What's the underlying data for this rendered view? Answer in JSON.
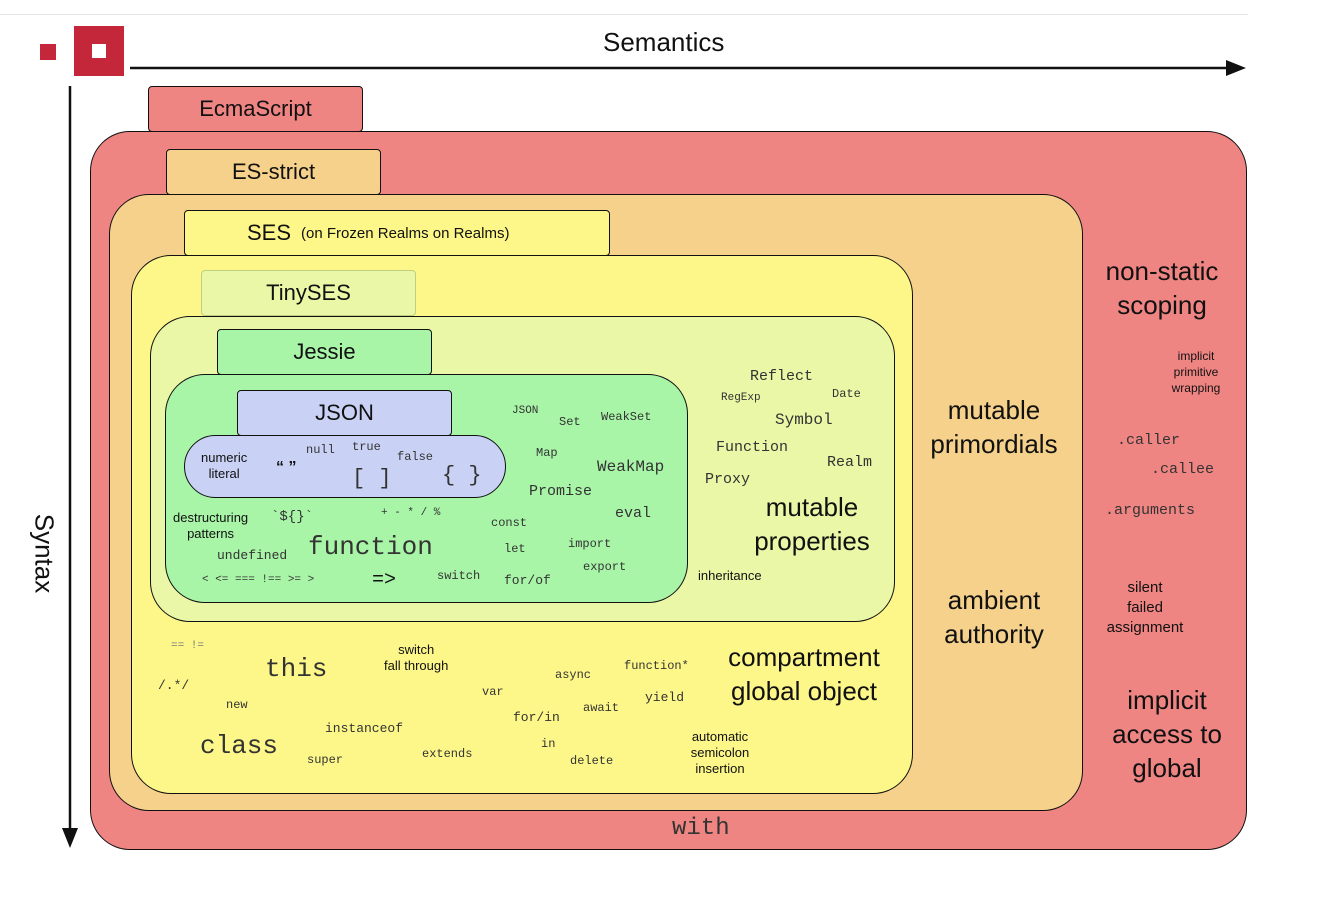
{
  "colors": {
    "ecmascript": "#ef8583",
    "es_strict": "#f5d18b",
    "ses": "#fdf78a",
    "tinyses": "#e9f7a6",
    "jessie": "#a8f5a8",
    "json": "#c9d2f5",
    "logo": "#c4273a"
  },
  "icons": {
    "logo": "square-logo-icon"
  },
  "axes": {
    "semantics": "Semantics",
    "syntax": "Syntax"
  },
  "tabs": {
    "ecmascript": "EcmaScript",
    "es_strict": "ES-strict",
    "ses": "SES",
    "ses_note": "(on Frozen Realms on Realms)",
    "tinyses": "TinySES",
    "jessie": "Jessie",
    "json": "JSON"
  },
  "json_inner": {
    "numeric_literal": "numeric\nliteral",
    "quotes": "“ ”",
    "null": "null",
    "true": "true",
    "false": "false",
    "brackets": "[ ]",
    "braces": "{ }"
  },
  "jessie_items": {
    "json_word": "JSON",
    "set": "Set",
    "weakset": "WeakSet",
    "map": "Map",
    "weakmap": "WeakMap",
    "promise": "Promise",
    "eval": "eval",
    "destructuring": "destructuring\npatterns",
    "template": "`${}`",
    "arith": "+ - * / %",
    "const": "const",
    "import": "import",
    "undefined": "undefined",
    "function": "function",
    "let": "let",
    "export": "export",
    "compare": "< <= === !== >= >",
    "arrow": "=>",
    "switch": "switch",
    "forof": "for/of"
  },
  "tinyses_items": {
    "reflect": "Reflect",
    "regexp": "RegExp",
    "date": "Date",
    "symbol": "Symbol",
    "function": "Function",
    "realm": "Realm",
    "proxy": "Proxy",
    "mutable_properties": "mutable\nproperties",
    "inheritance": "inheritance"
  },
  "ses_items": {
    "eqneq": "== !=",
    "this": "this",
    "switch_fall": "switch\nfall through",
    "async": "async",
    "function_star": "function*",
    "regex": "/.*/",
    "var": "var",
    "yield": "yield",
    "new": "new",
    "await": "await",
    "forin": "for/in",
    "instanceof": "instanceof",
    "class": "class",
    "in": "in",
    "super": "super",
    "extends": "extends",
    "delete": "delete",
    "asi": "automatic\nsemicolon\ninsertion",
    "compartment": "compartment\nglobal object"
  },
  "strict_items": {
    "mutable_primordials": "mutable\nprimordials",
    "ambient_authority": "ambient\nauthority"
  },
  "ecma_items": {
    "non_static": "non-static\nscoping",
    "implicit_wrapping": "implicit\nprimitive\nwrapping",
    "caller": ".caller",
    "callee": ".callee",
    "arguments": ".arguments",
    "silent_failed": "silent\nfailed\nassignment",
    "implicit_global": "implicit\naccess to\nglobal",
    "with": "with"
  }
}
